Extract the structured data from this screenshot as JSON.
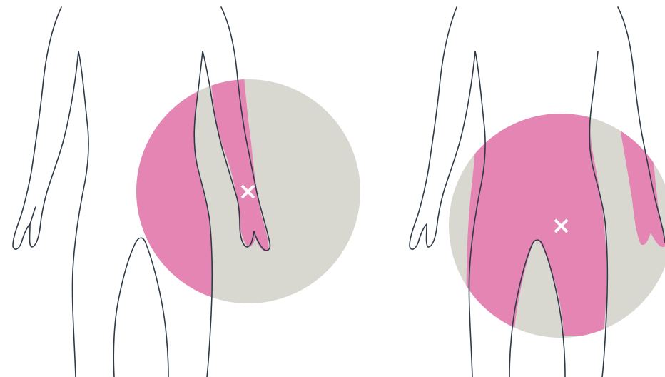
{
  "colors": {
    "background": "#ffffff",
    "outline": "#2f3a48",
    "circle": "#d8d8d0",
    "highlight": "#e585b4",
    "marker": "#ffffff"
  },
  "figures": [
    {
      "name": "left-figure",
      "highlighted_region": "arm-and-hand",
      "marker_icon": "cross-marker-icon"
    },
    {
      "name": "right-figure",
      "highlighted_region": "buttocks-and-upper-thighs",
      "marker_icon": "cross-marker-icon"
    }
  ]
}
